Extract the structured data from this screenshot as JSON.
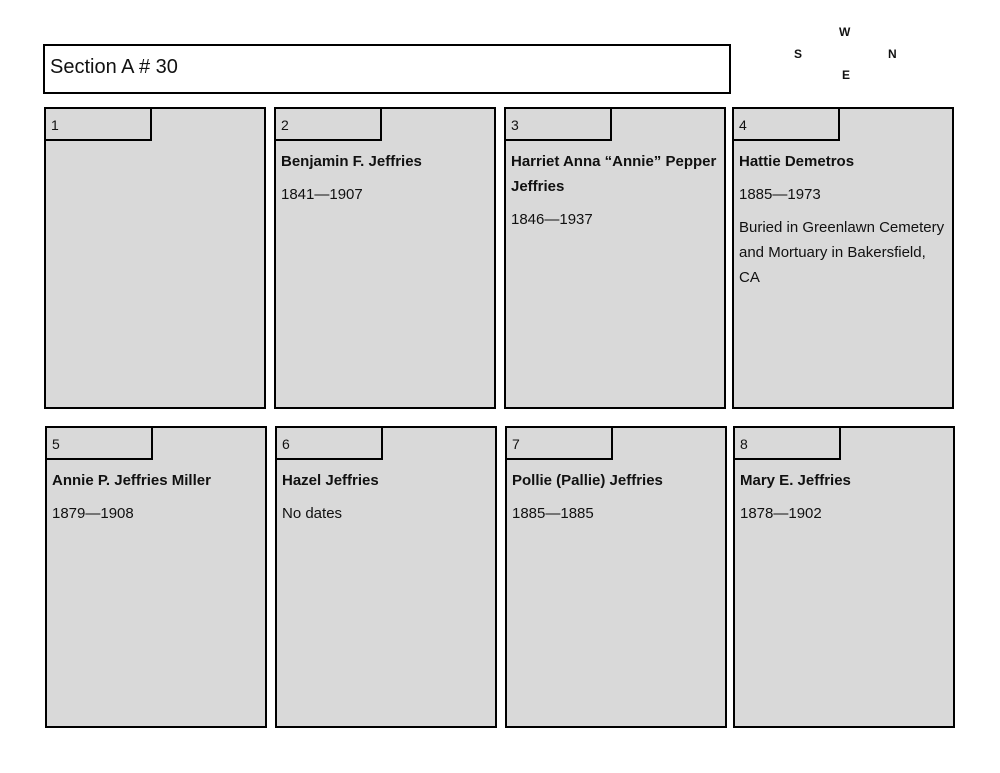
{
  "header": {
    "title": "Section A # 30"
  },
  "compass": {
    "top": "W",
    "left": "S",
    "right": "N",
    "bottom": "E"
  },
  "plots": [
    {
      "number": "1",
      "name": "",
      "dates": "",
      "note": ""
    },
    {
      "number": "2",
      "name": "Benjamin F. Jeffries",
      "dates": "1841—1907",
      "note": ""
    },
    {
      "number": "3",
      "name": "Harriet Anna “Annie” Pepper Jeffries",
      "dates": "1846—1937",
      "note": ""
    },
    {
      "number": "4",
      "name": "Hattie  Demetros",
      "dates": "1885—1973",
      "note": "Buried in Greenlawn Cemetery and Mortuary in Bakersfield, CA"
    },
    {
      "number": "5",
      "name": "Annie P. Jeffries Miller",
      "dates": "1879—1908",
      "note": ""
    },
    {
      "number": "6",
      "name": "Hazel Jeffries",
      "dates": "No dates",
      "note": ""
    },
    {
      "number": "7",
      "name": "Pollie (Pallie) Jeffries",
      "dates": "1885—1885",
      "note": ""
    },
    {
      "number": "8",
      "name": "Mary E. Jeffries",
      "dates": "1878—1902",
      "note": ""
    }
  ]
}
